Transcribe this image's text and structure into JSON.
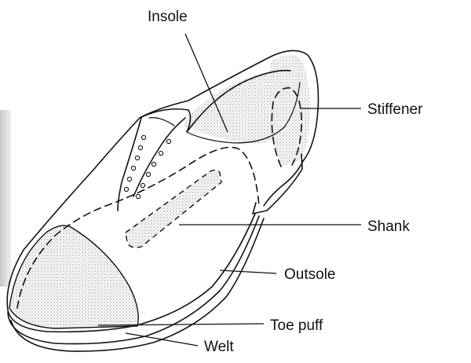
{
  "diagram": {
    "labels": {
      "insole": "Insole",
      "stiffener": "Stiffener",
      "shank": "Shank",
      "outsole": "Outsole",
      "toe_puff": "Toe puff",
      "welt": "Welt"
    }
  },
  "colors": {
    "ink": "#111111",
    "background": "#ffffff",
    "stipple": "#8a8a8a"
  }
}
